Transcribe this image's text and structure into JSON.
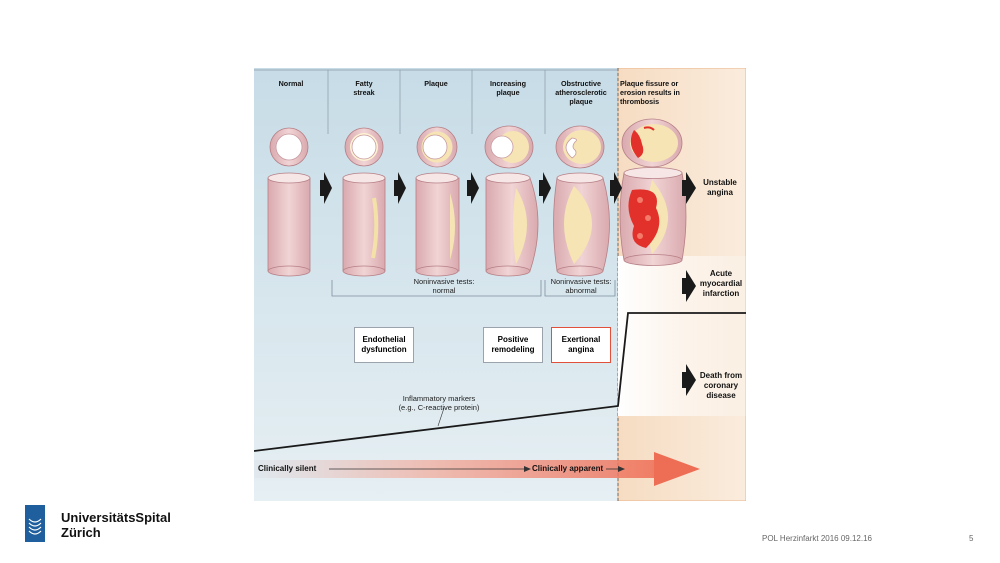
{
  "figure": {
    "stages": [
      {
        "label": "Normal"
      },
      {
        "label": "Fatty\nstreak"
      },
      {
        "label": "Plaque"
      },
      {
        "label": "Increasing\nplaque"
      },
      {
        "label": "Obstructive\natherosclerotic\nplaque"
      },
      {
        "label": "Plaque fissure or\nerosion results in\nthrombosis"
      }
    ],
    "outcomes": [
      {
        "label": "Unstable\nangina"
      },
      {
        "label": "Acute\nmyocardial\ninfarction"
      },
      {
        "label": "Death from\ncoronary\ndisease"
      }
    ],
    "tests_normal": "Noninvasive tests:\nnormal",
    "tests_abnormal": "Noninvasive tests:\nabnormal",
    "boxes": {
      "endothelial": "Endothelial\ndysfunction",
      "remodeling": "Positive\nremodeling",
      "angina": "Exertional\nangina"
    },
    "inflammatory_label": "Inflammatory markers\n(e.g., C-reactive protein)",
    "clinically_silent": "Clinically silent",
    "clinically_apparent": "Clinically apparent",
    "colors": {
      "panel_blue": "#cfe1ea",
      "panel_peach": "#f8e6d2",
      "vessel_wall": "#e9c7c9",
      "plaque": "#f6e4b4",
      "thrombus": "#e2312a",
      "arrow_red": "#ef7a63"
    }
  },
  "branding": {
    "line1": "UniversitätsSpital",
    "line2": "Zürich",
    "logo_color": "#1f5f9e"
  },
  "footer": {
    "text": "POL Herzinfarkt 2016   09.12.16",
    "page": "5"
  }
}
